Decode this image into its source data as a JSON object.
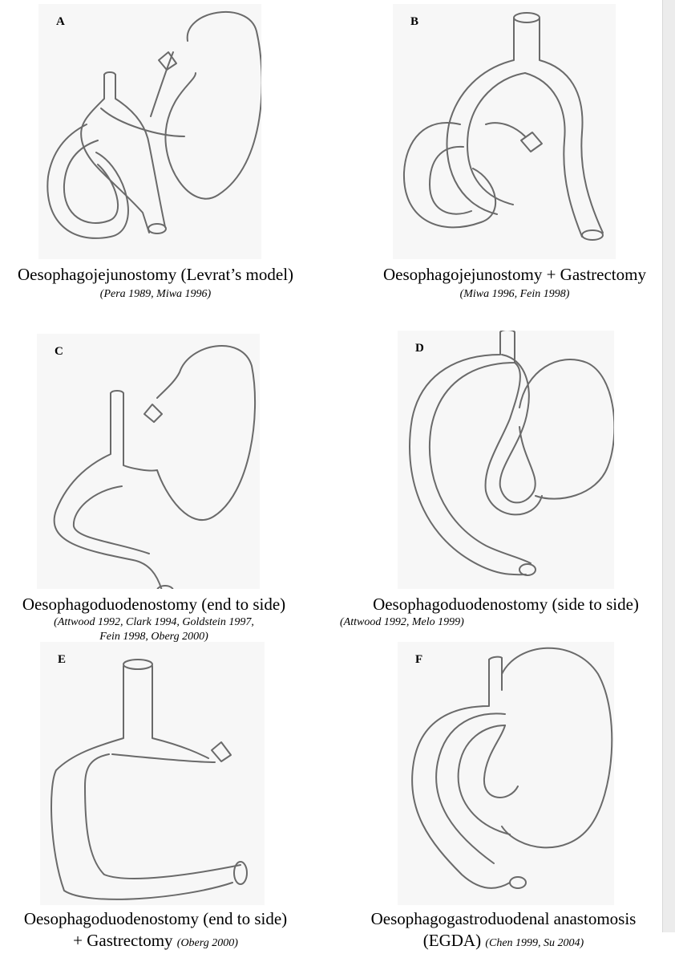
{
  "panels": [
    {
      "letter": "A",
      "caption": "Oesophagojejunostomy (Levrat’s model)",
      "citation": "(Pera 1989, Miwa 1996)"
    },
    {
      "letter": "B",
      "caption": "Oesophagojejunostomy + Gastrectomy",
      "citation": "(Miwa 1996, Fein 1998)"
    },
    {
      "letter": "C",
      "caption": "Oesophagoduodenostomy (end to side)",
      "citation_line1": "(Attwood 1992, Clark 1994, Goldstein 1997,",
      "citation_line2": "Fein 1998, Oberg 2000)"
    },
    {
      "letter": "D",
      "caption": "Oesophagoduodenostomy (side to side)",
      "citation": "(Attwood 1992, Melo 1999)"
    },
    {
      "letter": "E",
      "caption_line1": "Oesophagoduodenostomy (end to side)",
      "caption_line2": "+ Gastrectomy",
      "citation": "(Oberg 2000)"
    },
    {
      "letter": "F",
      "caption_line1": "Oesophagogastroduodenal anastomosis",
      "caption_line2": "(EGDA)",
      "citation": "(Chen 1999, Su 2004)"
    }
  ]
}
